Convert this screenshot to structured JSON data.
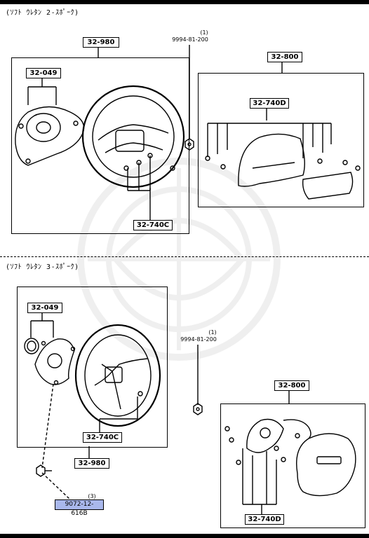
{
  "section1": {
    "heading": "(ｿﾌﾄ ｳﾚﾀﾝ 2-ｽﾎﾟｰｸ)",
    "labels": {
      "assembly": "32-980",
      "hub": "32-049",
      "horn_set": "32-800",
      "cover": "32-740D",
      "screws": "32-740C"
    },
    "nut_qty": "(1)",
    "nut_part": "9994-81-200"
  },
  "section2": {
    "heading": "(ｿﾌﾄ ｳﾚﾀﾝ 3-ｽﾎﾟｰｸ)",
    "labels": {
      "hub": "32-049",
      "screws": "32-740C",
      "assembly": "32-980",
      "horn_set": "32-800",
      "cover": "32-740D"
    },
    "nut_qty": "(1)",
    "nut_part": "9994-81-200",
    "bolt_qty": "(3)",
    "bolt_part": "9072-12-616B"
  },
  "colors": {
    "highlight": "#a9b8ec",
    "ink": "#000000"
  }
}
